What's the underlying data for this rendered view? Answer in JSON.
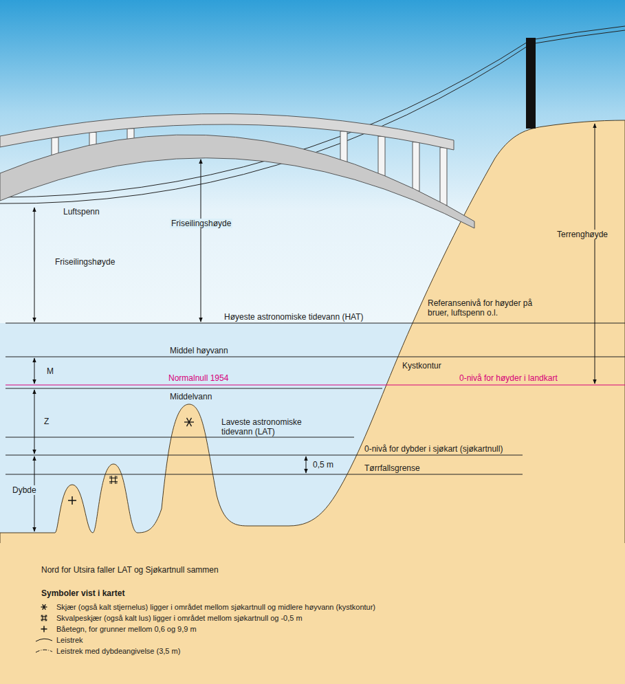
{
  "diagram": {
    "labels": [
      "Luftspenn",
      "Friseilingshøyde",
      "Friseilingshøyde",
      "Terrenghøyde",
      "Høyeste astronomiske tidevann (HAT)",
      "Referansenivå for høyder på bruer, luftspenn o.l.",
      "Middel høyvann",
      "Kystkontur",
      "M",
      "Normalnull 1954",
      "0-nivå for høyder i landkart",
      "Middelvann",
      "Z",
      "Laveste astronomiske tidevann (LAT)",
      "0-nivå for dybder i sjøkart (sjøkartnull)",
      "0,5 m",
      "Tørrfallsgrense",
      "Dybde",
      "Nord for Utsira faller LAT og Sjøkartnull sammen",
      "Symboler vist i kartet"
    ],
    "legend": [
      {
        "text": "Skjær (også kalt stjernelus) ligger i området mellom sjøkartnull og midlere høyvann (kystkontur)"
      },
      {
        "text": "Skvalpeskjær (også kalt lus) ligger i området mellom sjøkartnull og -0,5 m"
      },
      {
        "text": "Båetegn, for grunner mellom 0,6 og 9,9 m"
      },
      {
        "text": "Leistrek"
      },
      {
        "text": "Leistrek med dybdeangivelse (3,5 m)"
      }
    ]
  }
}
